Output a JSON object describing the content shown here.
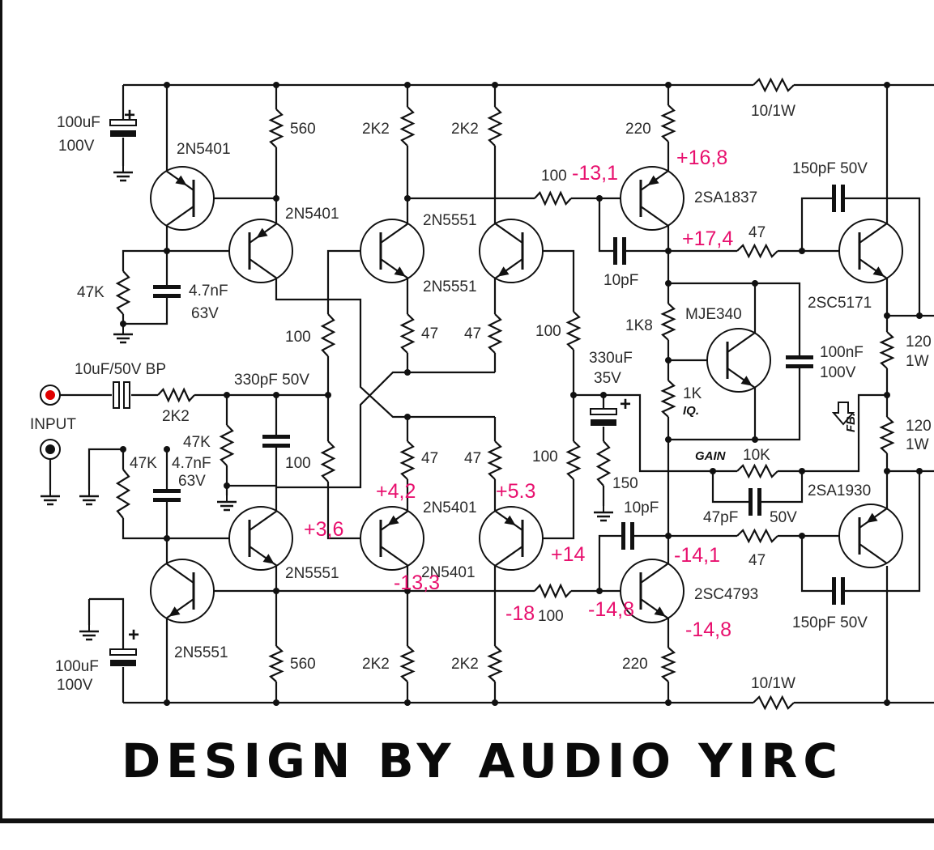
{
  "title_banner": "DESIGN BY AUDIO YIRC",
  "input_label": "INPUT",
  "component_labels": [
    "100uF",
    "100V",
    "2N5401",
    "560",
    "2K2",
    "2K2",
    "2N5401",
    "2N5551",
    "2N5551",
    "47K",
    "4.7nF",
    "63V",
    "100",
    "47",
    "47",
    "100",
    "10uF/50V BP",
    "330pF 50V",
    "2K2",
    "47K",
    "47K",
    "4.7nF",
    "63V",
    "100",
    "47",
    "47",
    "100",
    "2N5401",
    "2N5551",
    "2N5401",
    "2N5551",
    "560",
    "2K2",
    "2K2",
    "100uF",
    "100V",
    "220",
    "220",
    "10/1W",
    "10/1W",
    "100",
    "2SA1837",
    "150pF 50V",
    "47",
    "10pF",
    "2SC5171",
    "1K8",
    "MJE340",
    "330uF",
    "35V",
    "100nF",
    "100V",
    "120",
    "1W",
    "1K",
    "120",
    "1W",
    "10K",
    "150",
    "10pF",
    "2SA1930",
    "47pF",
    "50V",
    "47",
    "2SC4793",
    "150pF 50V",
    "100"
  ],
  "italic_labels": [
    "IQ.",
    "GAIN",
    "FB."
  ],
  "polarity_marks": [
    "+",
    "+",
    "+"
  ],
  "voltages": [
    "+16,8",
    "-13,1",
    "+17,4",
    "+4,2",
    "+5.3",
    "+3,6",
    "+14",
    "-14,1",
    "-13,3",
    "-18",
    "-14,8",
    "-14,8"
  ],
  "colors": {
    "ink": "#111111",
    "voltage": "#e8106e",
    "input_jack": "#e00000"
  }
}
